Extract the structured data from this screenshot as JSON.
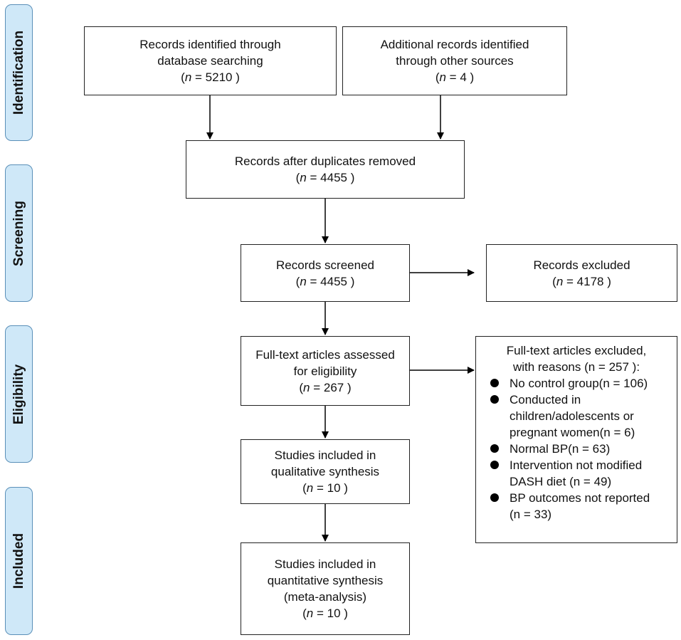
{
  "phases": {
    "identification": "Identification",
    "screening": "Screening",
    "eligibility": "Eligibility",
    "included": "Included"
  },
  "boxes": {
    "database": {
      "lines": [
        "Records identified through",
        "database searching"
      ],
      "n_prefix": "(",
      "n_var": "n",
      "n_text": " = 5210 )"
    },
    "other_sources": {
      "lines": [
        "Additional records identified",
        "through other sources"
      ],
      "n_prefix": "(",
      "n_var": "n",
      "n_text": " = 4 )"
    },
    "duplicates_removed": {
      "lines": [
        "Records after duplicates removed"
      ],
      "n_prefix": "(",
      "n_var": "n",
      "n_text": " = 4455 )"
    },
    "screened": {
      "lines": [
        "Records screened"
      ],
      "n_prefix": "(",
      "n_var": "n",
      "n_text": " = 4455 )"
    },
    "excluded": {
      "lines": [
        "Records excluded"
      ],
      "n_prefix": "(",
      "n_var": "n",
      "n_text": " = 4178 )"
    },
    "fulltext": {
      "lines": [
        "Full-text articles assessed",
        "for eligibility"
      ],
      "n_prefix": "(",
      "n_var": "n",
      "n_text": " = 267 )"
    },
    "qualitative": {
      "lines": [
        "Studies included in",
        "qualitative synthesis"
      ],
      "n_prefix": "(",
      "n_var": "n",
      "n_text": " = 10 )"
    },
    "quantitative": {
      "lines": [
        "Studies included in",
        "quantitative synthesis",
        "(meta-analysis)"
      ],
      "n_prefix": "(",
      "n_var": "n",
      "n_text": " = 10 )"
    }
  },
  "fulltext_excluded": {
    "heading": [
      "Full-text articles excluded,",
      "with reasons (n = 257 ):"
    ],
    "reasons": [
      {
        "lines": [
          "No control group(n = 106)"
        ]
      },
      {
        "lines": [
          "Conducted in",
          "children/adolescents or",
          "pregnant women(n = 6)"
        ]
      },
      {
        "lines": [
          "Normal BP(n = 63)"
        ]
      },
      {
        "lines": [
          "Intervention not modified",
          "DASH diet (n = 49)"
        ]
      },
      {
        "lines": [
          "BP outcomes not reported",
          "(n = 33)"
        ]
      }
    ]
  }
}
